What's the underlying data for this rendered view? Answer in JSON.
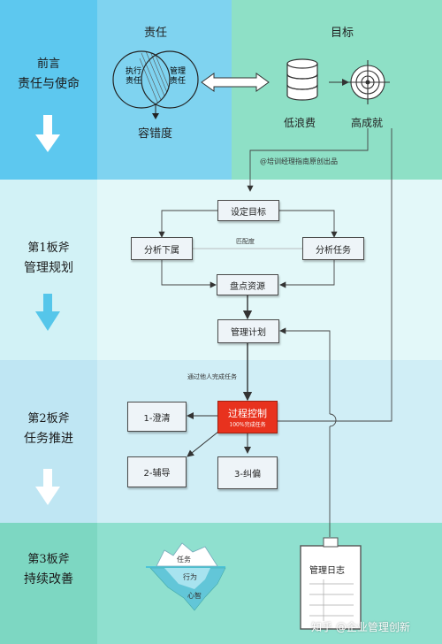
{
  "header": {
    "responsibility": "责任",
    "target": "目标"
  },
  "sections": [
    {
      "line1": "前言",
      "line2": "责任与使命"
    },
    {
      "line1": "第1板斧",
      "line2": "管理规划"
    },
    {
      "line1": "第2板斧",
      "line2": "任务推进"
    },
    {
      "line1": "第3板斧",
      "line2": "持续改善"
    }
  ],
  "venn": {
    "left": "执行\n责任",
    "right": "管理\n责任",
    "below": "容错度"
  },
  "targets": {
    "low_waste": "低浪费",
    "high_achievement": "高成就"
  },
  "source_note": "@培训经理指南原创出品",
  "planning": {
    "set_goal": "设定目标",
    "analyze_subordinates": "分析下属",
    "analyze_tasks": "分析任务",
    "match": "匹配度",
    "inventory_resources": "盘点资源",
    "management_plan": "管理计划"
  },
  "execution": {
    "via_others": "通过他人完成任务",
    "process_control": "过程控制",
    "process_sub": "100%完成任务",
    "clarify": "1-澄清",
    "coach": "2-辅导",
    "correct": "3-纠偏"
  },
  "improve": {
    "task": "任务",
    "behavior": "行为",
    "mindset": "心智",
    "log": "管理日志"
  },
  "watermark": "知乎 @企业管理创新",
  "colors": {
    "top_left": "#5dc8ef",
    "top_mid": "#7fd3f0",
    "top_right": "#8ee0c6",
    "plan_bg": "#e3f8f9",
    "exec_bg": "#d0eef6",
    "improve_bg": "#8fe0cf",
    "process_control": "#e8321e"
  }
}
